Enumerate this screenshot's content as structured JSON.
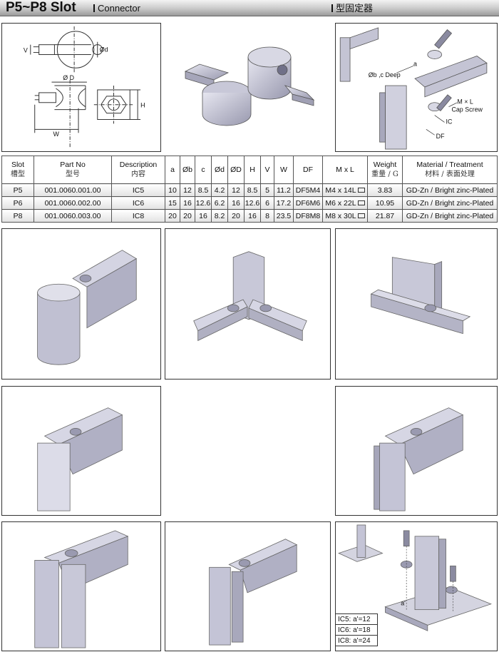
{
  "header": {
    "title": "P5~P8 Slot",
    "subtitle": "Connector",
    "cn_title": "型固定器"
  },
  "drawing": {
    "label_v": "V",
    "label_d_small": "Ød",
    "label_D": "Ø D",
    "label_H": "H",
    "label_W": "W"
  },
  "assembly": {
    "label_a": "a",
    "label_b": "Øb ,c Deep",
    "label_mxl": "M × L",
    "label_cap": "Cap Screw",
    "label_ic": "IC",
    "label_df": "DF"
  },
  "table": {
    "headers": [
      {
        "en": "Slot",
        "cn": "槽型"
      },
      {
        "en": "Part No",
        "cn": "型号"
      },
      {
        "en": "Description",
        "cn": "内容"
      },
      {
        "en": "a",
        "cn": ""
      },
      {
        "en": "Øb",
        "cn": ""
      },
      {
        "en": "c",
        "cn": ""
      },
      {
        "en": "Ød",
        "cn": ""
      },
      {
        "en": "ØD",
        "cn": ""
      },
      {
        "en": "H",
        "cn": ""
      },
      {
        "en": "V",
        "cn": ""
      },
      {
        "en": "W",
        "cn": ""
      },
      {
        "en": "DF",
        "cn": ""
      },
      {
        "en": "M x L",
        "cn": ""
      },
      {
        "en": "Weight",
        "cn": "重量  /  G"
      },
      {
        "en": "Material / Treatment",
        "cn": "材料 / 表面处理"
      }
    ],
    "rows": [
      [
        "P5",
        "001.0060.001.00",
        "IC5",
        "10",
        "12",
        "8.5",
        "4.2",
        "12",
        "8.5",
        "5",
        "11.2",
        "DF5M4",
        "M4 x 14L",
        "3.83",
        "GD-Zn / Bright zinc-Plated"
      ],
      [
        "P6",
        "001.0060.002.00",
        "IC6",
        "15",
        "16",
        "12.6",
        "6.2",
        "16",
        "12.6",
        "6",
        "17.2",
        "DF6M6",
        "M6 x 22L",
        "10.95",
        "GD-Zn / Bright zinc-Plated"
      ],
      [
        "P8",
        "001.0060.003.00",
        "IC8",
        "20",
        "20",
        "16",
        "8.2",
        "20",
        "16",
        "8",
        "23.5",
        "DF8M8",
        "M8 x 30L",
        "21.87",
        "GD-Zn / Bright zinc-Plated"
      ]
    ]
  },
  "legend": {
    "label_a2": "a'",
    "items": [
      "IC5: a'=12",
      "IC6: a'=18",
      "IC8: a'=24"
    ]
  },
  "colors": {
    "metal_light": "#dcdce8",
    "metal_mid": "#b6b6c8",
    "metal_dark": "#8c8ca2",
    "line": "#333333"
  }
}
